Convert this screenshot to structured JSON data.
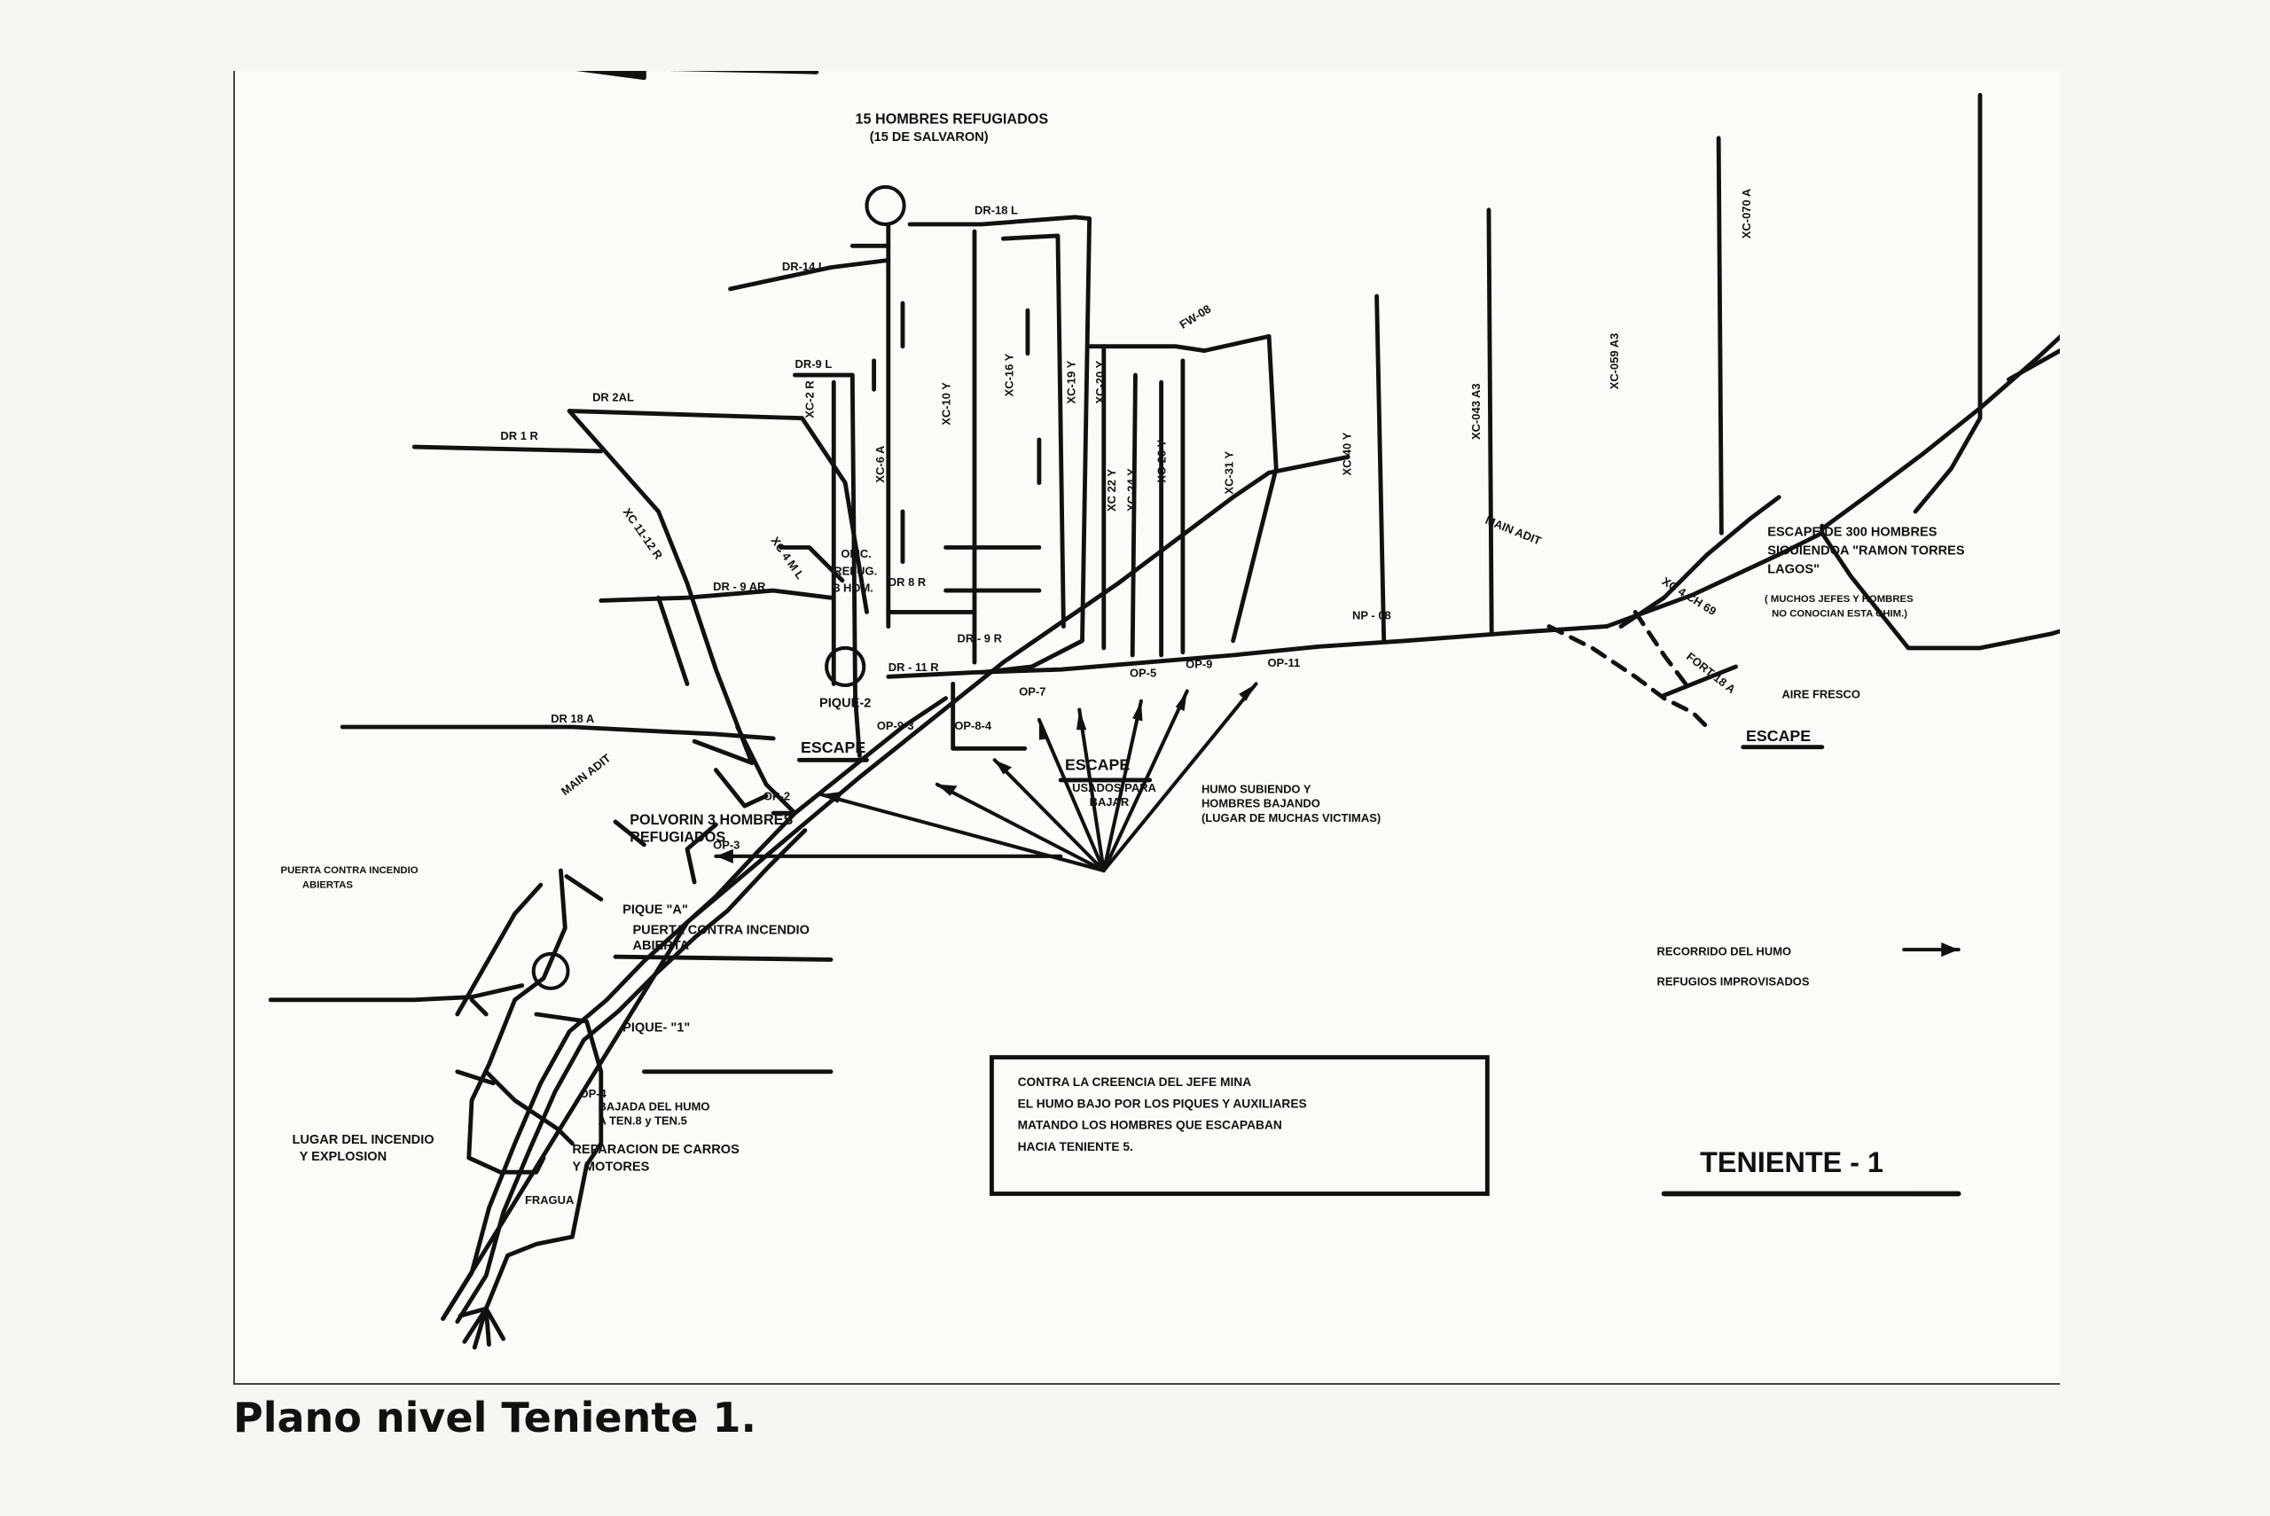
{
  "caption": "Plano nivel Teniente 1.",
  "title": "TENIENTE - 1",
  "refuge_top": {
    "line1": "15 HOMBRES REFUGIADOS",
    "line2": "(15 DE SALVARON)"
  },
  "powder": {
    "line1": "POLVORIN 3 HOMBRES",
    "line2": "REFUGIADOS"
  },
  "smoke_note": {
    "line1": "HUMO SUBIENDO Y",
    "line2": "HOMBRES BAJANDO",
    "line3": "(LUGAR DE MUCHAS VICTIMAS)"
  },
  "escape_center": {
    "title": "ESCAPE",
    "line1": "USADOS PARA",
    "line2": "BAJAR"
  },
  "escape_left": "ESCAPE",
  "escape_right": "ESCAPE",
  "escape_300": {
    "line1": "ESCAPE DE 300 HOMBRES",
    "line2": "SIGUIENDOA \"RAMON TORRES",
    "line3": "LAGOS\""
  },
  "jefes_note": {
    "line1": "( MUCHOS JEFES Y HOMBRES",
    "line2": "NO CONOCIAN ESTA CHIM.)"
  },
  "aire_fresco": "AIRE FRESCO",
  "legend": {
    "smoke_path": "RECORRIDO DEL HUMO",
    "refuges": "REFUGIOS IMPROVISADOS"
  },
  "note_box": {
    "line1": "CONTRA LA CREENCIA DEL JEFE MINA",
    "line2": "EL HUMO BAJO POR LOS PIQUES Y AUXILIARES",
    "line3": "MATANDO LOS HOMBRES QUE ESCAPABAN",
    "line4": "HACIA TENIENTE 5."
  },
  "labels": {
    "dr14l": "DR-14 L",
    "dr9l": "DR-9 L",
    "dr18l": "DR-18 L",
    "dr2al": "DR 2AL",
    "dr1r": "DR 1 R",
    "dr9ar": "DR - 9 AR",
    "dr18a": "DR 18 A",
    "dr8r": "DR 8 R",
    "dr9r": "DR - 9 R",
    "dr11r": "DR - 11 R",
    "fw08": "FW-08",
    "np08": "NP - 08",
    "xc2r": "XC-2 R",
    "xc6a": "XC-6 A",
    "xc10": "XC-10 Y",
    "xc16": "XC-16 Y",
    "xc19": "XC-19 Y",
    "xc20": "XC-20 Y",
    "xc22": "XC 22 Y",
    "xc24": "XC-24 Y",
    "xc26": "XC-26 Y",
    "xc31": "XC-31 Y",
    "xc40": "XC-40 Y",
    "xc043": "XC-043 A3",
    "xc059": "XC-059 A3",
    "xc070": "XC-070 A",
    "xc11": "XC 11-12 R",
    "xc4m": "XC 4 M L",
    "xc4ch": "XC 4 CH 69",
    "fort": "FORT 18 A",
    "main_adit": "MAIN ADIT",
    "main_adit2": "MAIN ADIT",
    "op2": "OP-2",
    "op3": "OP-3",
    "op4": "OP-4",
    "op7": "OP-7",
    "op5": "OP-5",
    "op9": "OP-9",
    "op11": "OP-11",
    "op93": "OP-9-3",
    "op84": "OP-8-4",
    "pique2": "PIQUE-2",
    "pique_a": "PIQUE \"A\"",
    "pique1": "PIQUE- \"1\"",
    "ofic1": "OFIC.",
    "ofic2": "REFUG.",
    "ofic3": "3 HOM.",
    "puerta_top1": "PUERTA CONTRA INCENDIO",
    "puerta_top2": "ABIERTAS",
    "puerta_mid1": "PUERTA CONTRA INCENDIO",
    "puerta_mid2": "ABIERTA",
    "bajada1": "BAJADA DEL HUMO",
    "bajada2": "A TEN.8 y TEN.5",
    "lugar1": "LUGAR DEL INCENDIO",
    "lugar2": "Y EXPLOSION",
    "reparacion1": "REPARACION DE CARROS",
    "reparacion2": "Y MOTORES",
    "fragua": "FRAGUA"
  }
}
